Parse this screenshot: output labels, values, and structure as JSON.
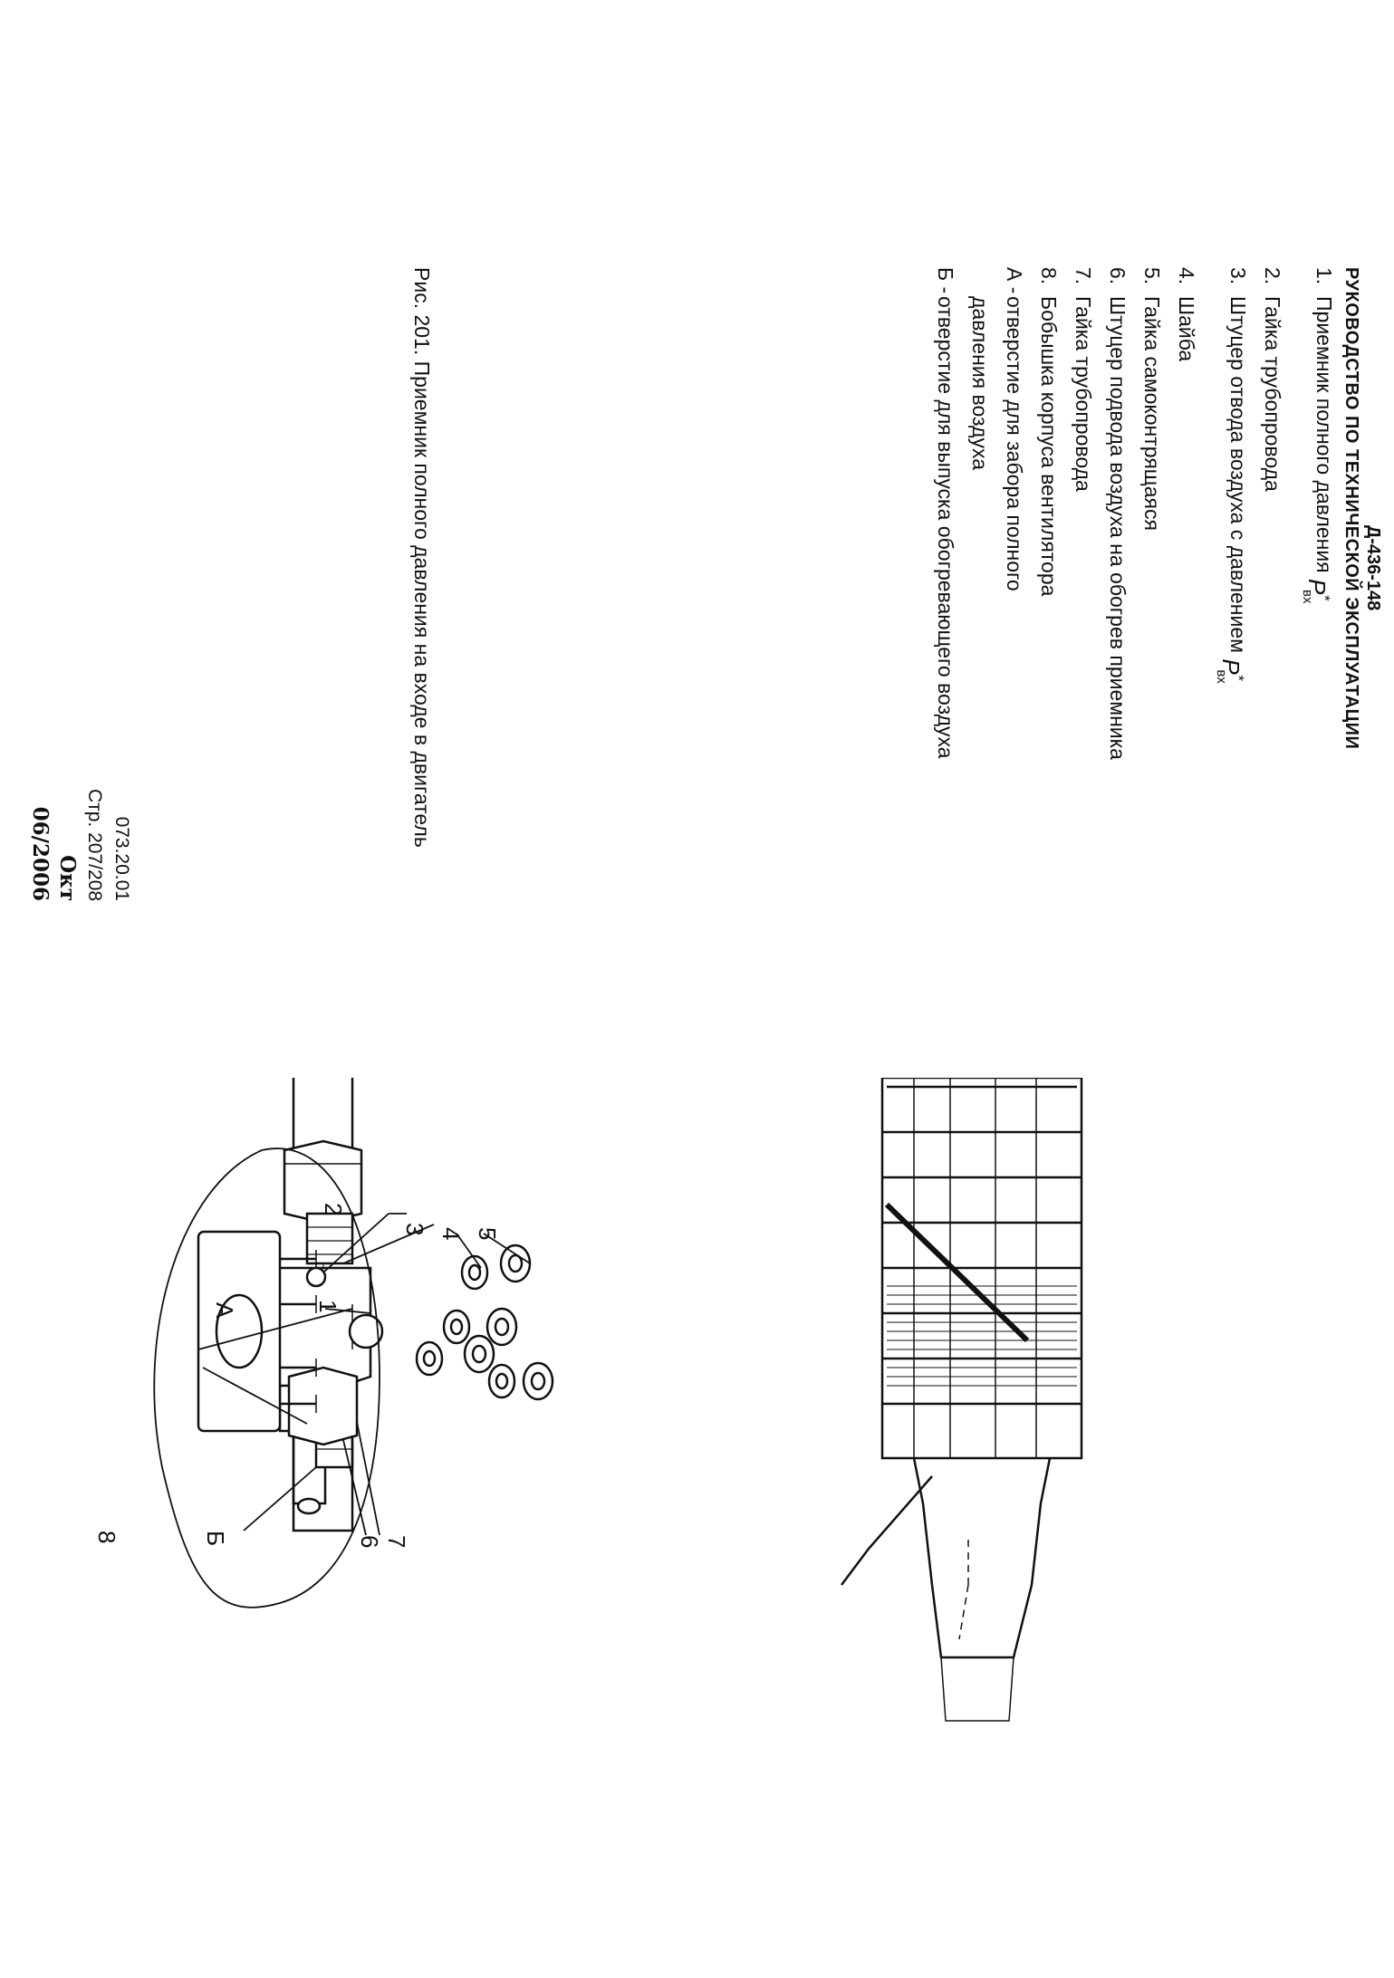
{
  "header": {
    "doc_code": "Д-436-148",
    "title": "РУКОВОДСТВО ПО ТЕХНИЧЕСКОЙ ЭКСПЛУАТАЦИИ"
  },
  "legend": [
    {
      "num": "1.",
      "text": "Приемник полного давления"
    },
    {
      "num": "2.",
      "text": "Гайка трубопровода"
    },
    {
      "num": "3.",
      "text": "Штуцер отвода воздуха с давлением"
    },
    {
      "num": "4.",
      "text": "Шайба"
    },
    {
      "num": "5.",
      "text": "Гайка самоконтрящаяся"
    },
    {
      "num": "6.",
      "text": "Штуцер подвода воздуха на обогрев приемника"
    },
    {
      "num": "7.",
      "text": "Гайка трубопровода"
    },
    {
      "num": "8.",
      "text": "Бобышка корпуса вентилятора"
    },
    {
      "num": "А -",
      "text": "отверстие для забора полного",
      "cont": "давления воздуха"
    },
    {
      "num": "Б -",
      "text": "отверстие для выпуска обогревающего воздуха"
    }
  ],
  "symbol": {
    "main": "P",
    "sup": "*",
    "sub": "вх"
  },
  "caption": "Рис. 201. Приемник полного давления на входе в двигатель",
  "footer": {
    "code": "073.20.01",
    "page": "Стр. 207/208",
    "date": "Окт 06/2006"
  },
  "figure_labels": [
    "1",
    "2",
    "3",
    "4",
    "5",
    "6",
    "7",
    "8",
    "А",
    "Б"
  ]
}
